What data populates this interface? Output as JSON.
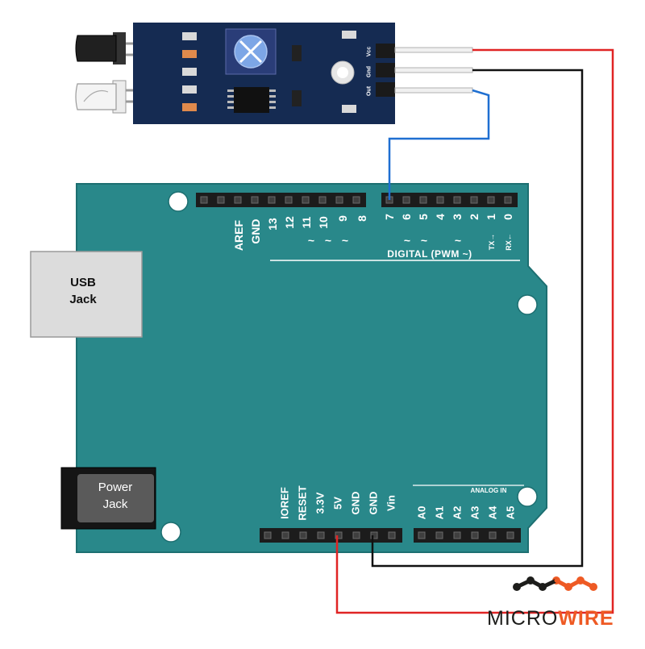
{
  "colors": {
    "board": "#29888a",
    "board_edge": "#1d6f71",
    "module_pcb": "#152b52",
    "wire_vcc": "#e02424",
    "wire_gnd": "#111111",
    "wire_signal": "#1f6fd1",
    "brand_dark": "#1d1d1b",
    "brand_accent": "#ee5a24"
  },
  "sensor_module": {
    "pins": [
      "Vcc",
      "Gnd",
      "Out"
    ]
  },
  "arduino": {
    "usb_jack": {
      "line1": "USB",
      "line2": "Jack"
    },
    "power_jack": {
      "line1": "Power",
      "line2": "Jack"
    },
    "top_header_left": [
      "AREF",
      "GND",
      "13",
      "12",
      "11",
      "10",
      "9",
      "8"
    ],
    "top_header_right": [
      "7",
      "6",
      "5",
      "4",
      "3",
      "2",
      "1",
      "0"
    ],
    "pwm_marks": {
      "left": [
        "~",
        "~",
        "~"
      ],
      "right": [
        "~",
        "~",
        "~"
      ]
    },
    "tx_label": "TX→",
    "rx_label": "RX←",
    "digital_label": "DIGITAL (PWM ~)",
    "power_header": [
      "IOREF",
      "RESET",
      "3.3V",
      "5V",
      "GND",
      "GND",
      "Vin"
    ],
    "analog_header": [
      "A0",
      "A1",
      "A2",
      "A3",
      "A4",
      "A5"
    ],
    "analog_label": "ANALOG IN"
  },
  "brand": {
    "part1": "MICRO",
    "part2": "WIRE"
  }
}
